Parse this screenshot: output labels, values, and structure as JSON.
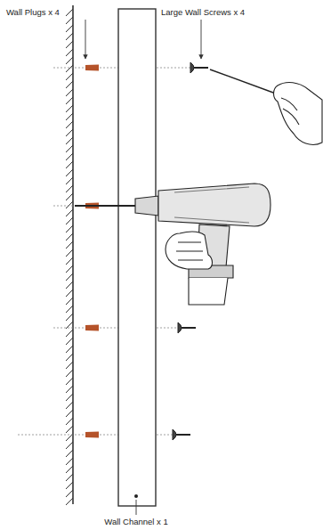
{
  "diagram": {
    "labels": [
      "Wall Plugs x 4",
      "Large Wall Screws x 4",
      "Wall Channel x 1"
    ]
  }
}
